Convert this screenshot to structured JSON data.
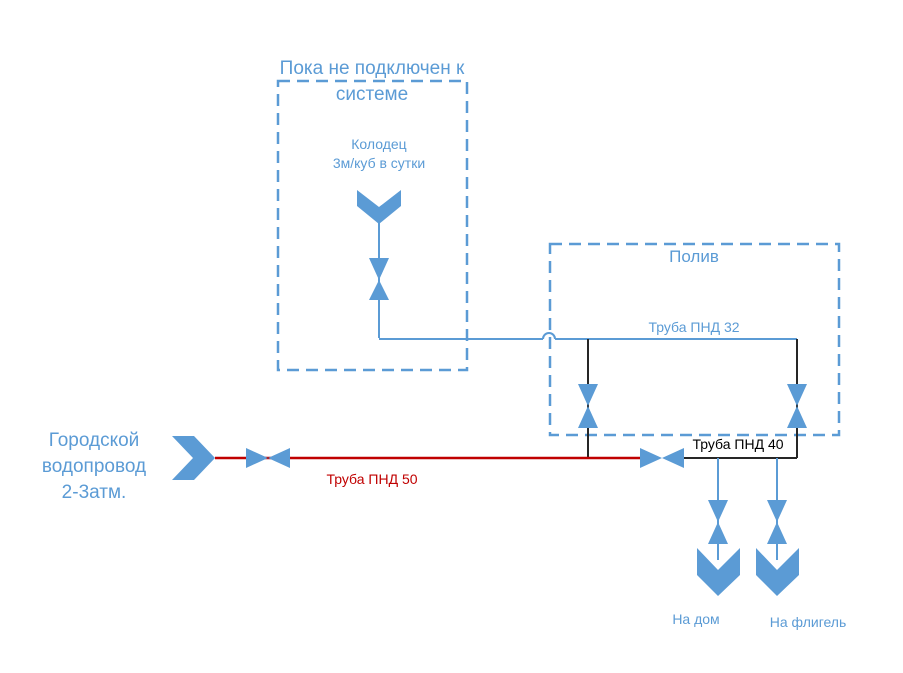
{
  "labels": {
    "not_connected_line1": "Пока не подключен к",
    "not_connected_line2": "системе",
    "well_line1": "Колодец",
    "well_line2": "3м/куб в сутки",
    "irrigation": "Полив",
    "pipe32": "Труба ПНД 32",
    "pipe40": "Труба ПНД 40",
    "pipe50": "Труба ПНД 50",
    "city_line1": "Городской",
    "city_line2": "водопровод",
    "city_line3": "2-3атм.",
    "to_house": "На дом",
    "to_wing": "На флигель"
  },
  "colors": {
    "blue": "#5b9bd5",
    "red": "#c00000",
    "black": "#262626",
    "valve": "#5b9bd5",
    "box_dash": "#5b9bd5"
  }
}
